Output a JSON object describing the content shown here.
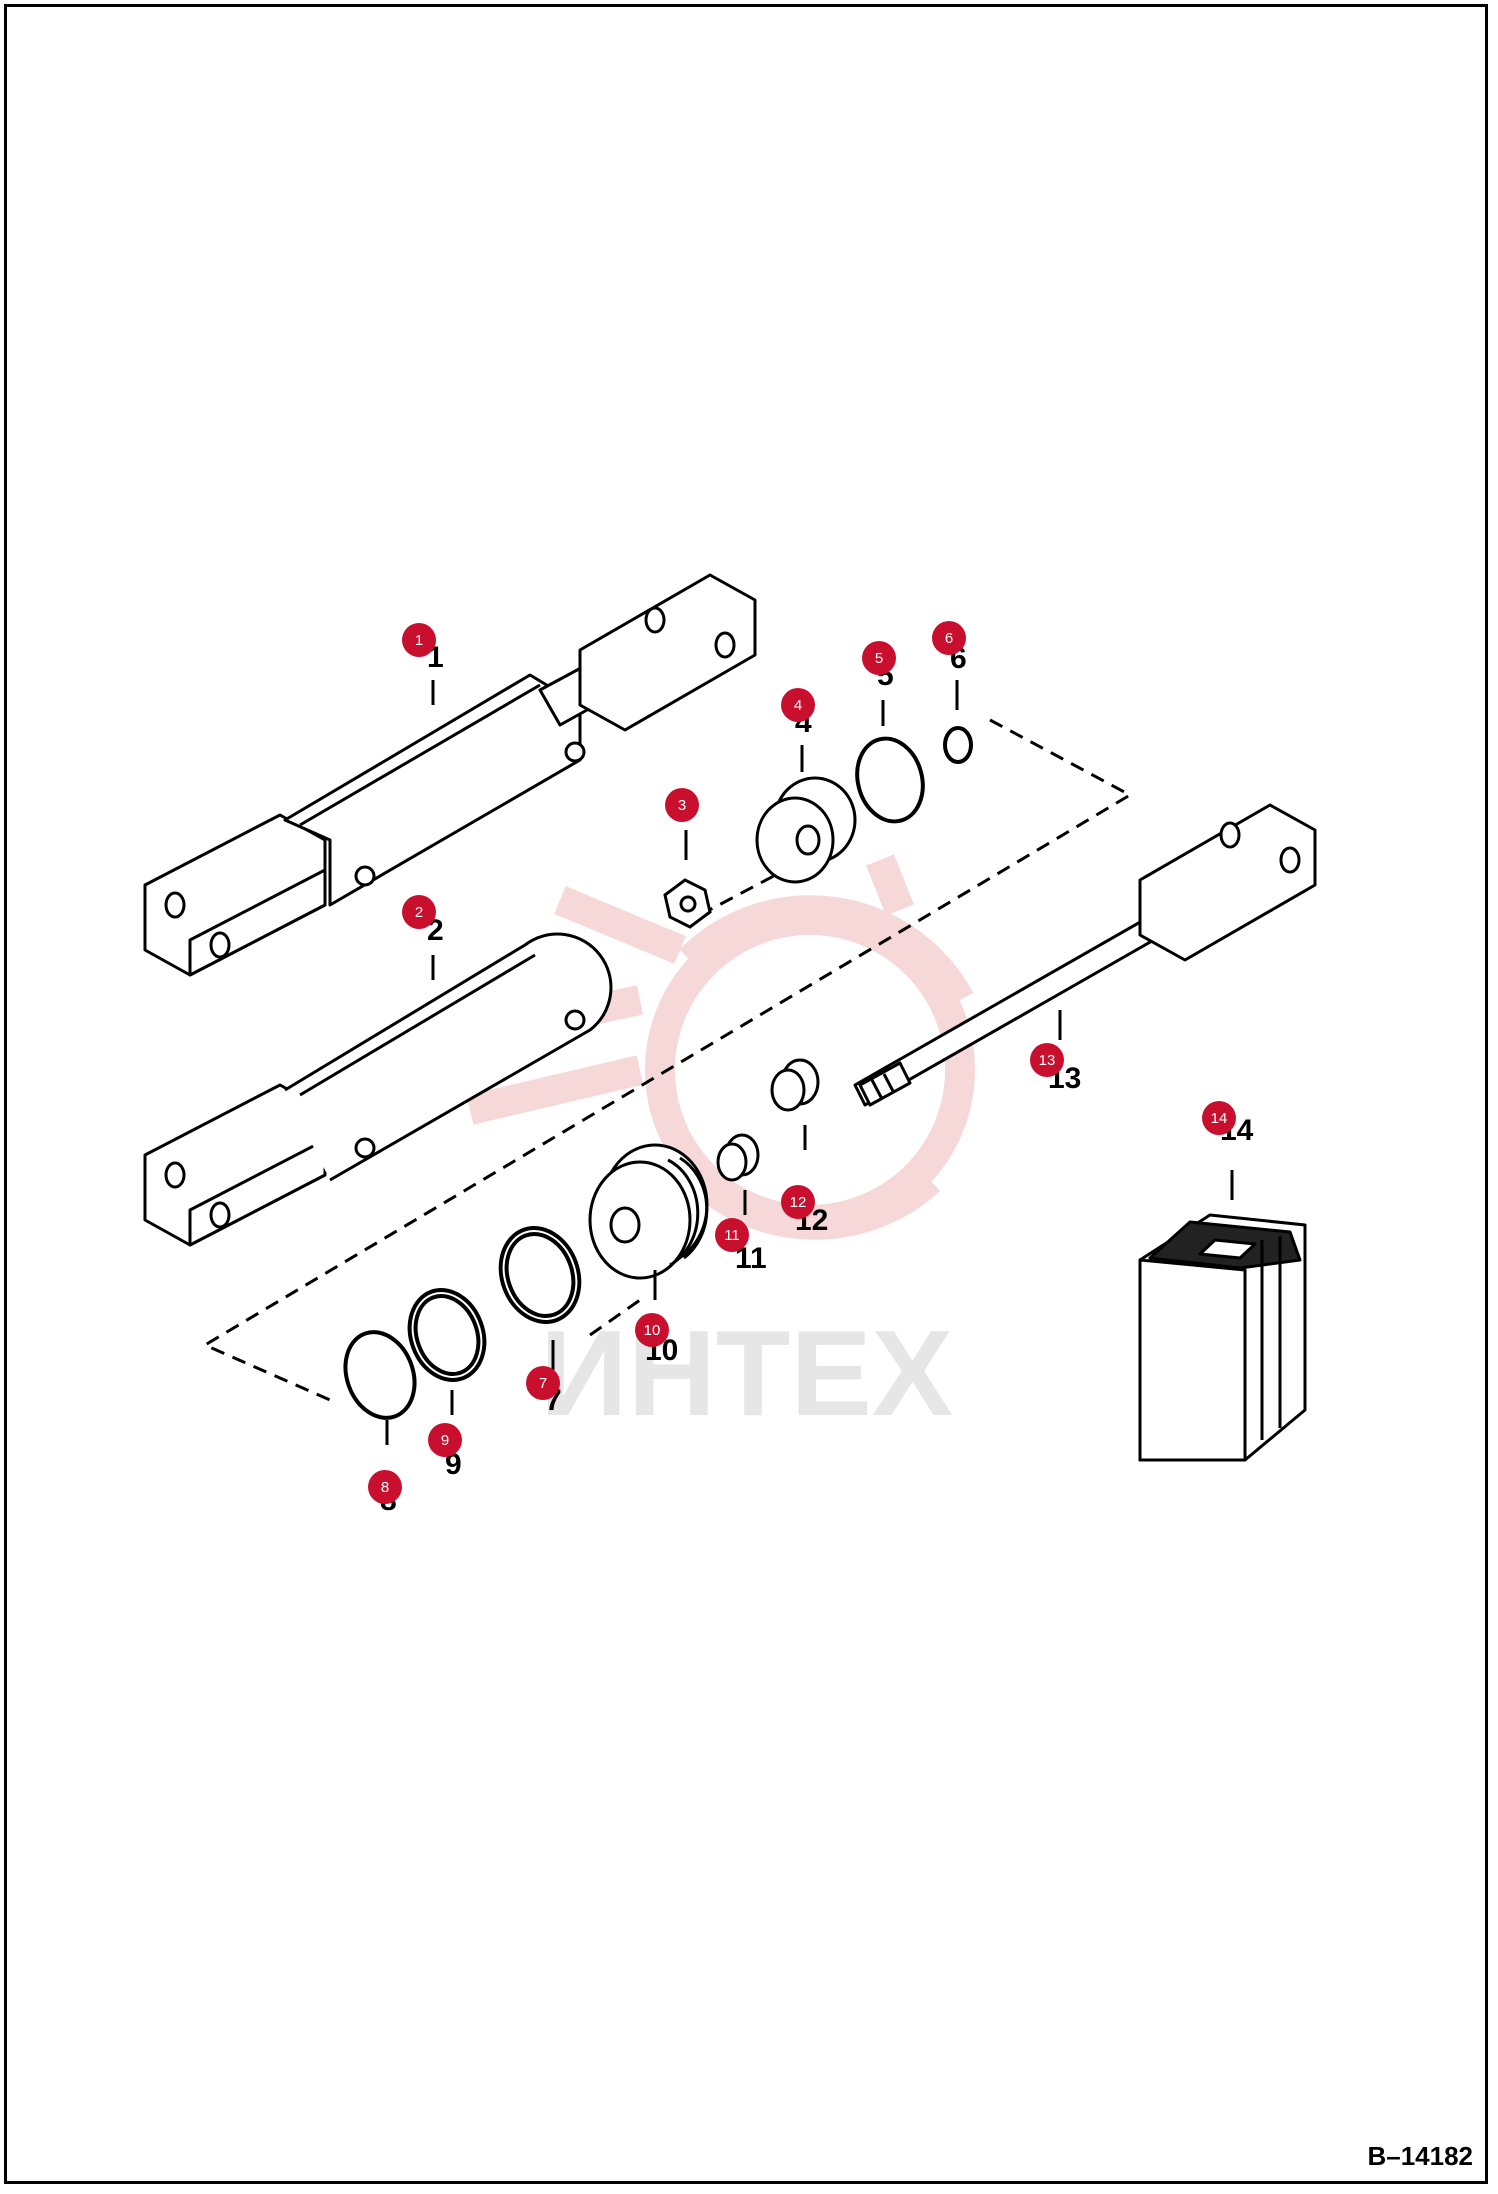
{
  "figure": {
    "code": "B–14182",
    "watermark": "ИНТЕХ"
  },
  "colors": {
    "callout_fill": "#c8102e",
    "ink": "#000000",
    "watermark": "#f6d0d0"
  },
  "callouts": [
    {
      "number": "1"
    },
    {
      "number": "2"
    },
    {
      "number": "3"
    },
    {
      "number": "4"
    },
    {
      "number": "5"
    },
    {
      "number": "6"
    },
    {
      "number": "7"
    },
    {
      "number": "8"
    },
    {
      "number": "9"
    },
    {
      "number": "10"
    },
    {
      "number": "11"
    },
    {
      "number": "12"
    },
    {
      "number": "13"
    },
    {
      "number": "14"
    }
  ]
}
